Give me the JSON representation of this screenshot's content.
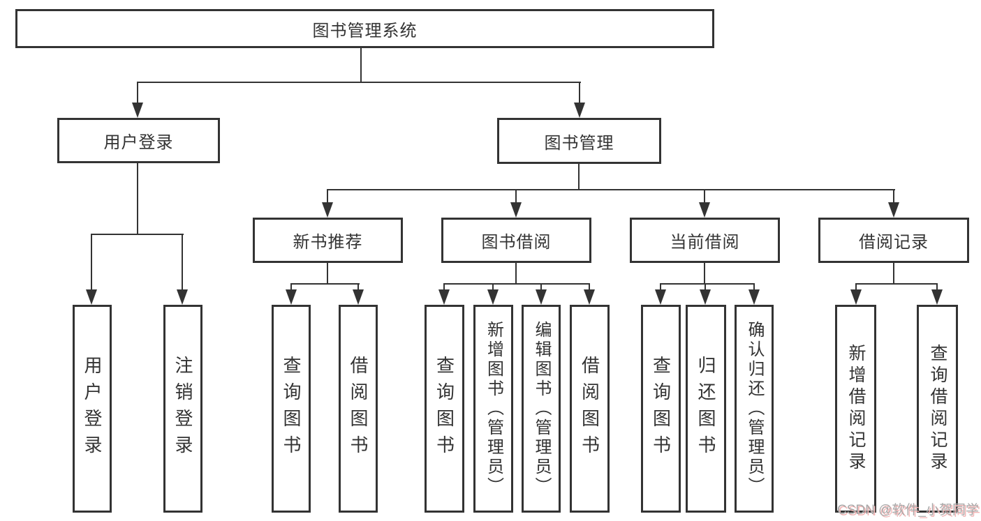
{
  "tree": {
    "root": {
      "label": "图书管理系统"
    },
    "branches": [
      {
        "label": "用户登录",
        "children": [
          {
            "label": "用户登录"
          },
          {
            "label": "注销登录"
          }
        ]
      },
      {
        "label": "图书管理",
        "groups": [
          {
            "label": "新书推荐",
            "children": [
              {
                "label": "查询图书"
              },
              {
                "label": "借阅图书"
              }
            ]
          },
          {
            "label": "图书借阅",
            "children": [
              {
                "label": "查询图书"
              },
              {
                "label": "新增图书（管理员）"
              },
              {
                "label": "编辑图书（管理员）"
              },
              {
                "label": "借阅图书"
              }
            ]
          },
          {
            "label": "当前借阅",
            "children": [
              {
                "label": "查询图书"
              },
              {
                "label": "归还图书"
              },
              {
                "label": "确认归还（管理员）"
              }
            ]
          },
          {
            "label": "借阅记录",
            "children": [
              {
                "label": "新增借阅记录"
              },
              {
                "label": "查询借阅记录"
              }
            ]
          }
        ]
      }
    ]
  },
  "watermark": {
    "text": "CSDN @软件_小贺同学"
  },
  "colors": {
    "line": "#333333",
    "background": "#ffffff",
    "watermark_text": "#a9a9a9",
    "watermark_shadow": "#f2b5b5"
  }
}
